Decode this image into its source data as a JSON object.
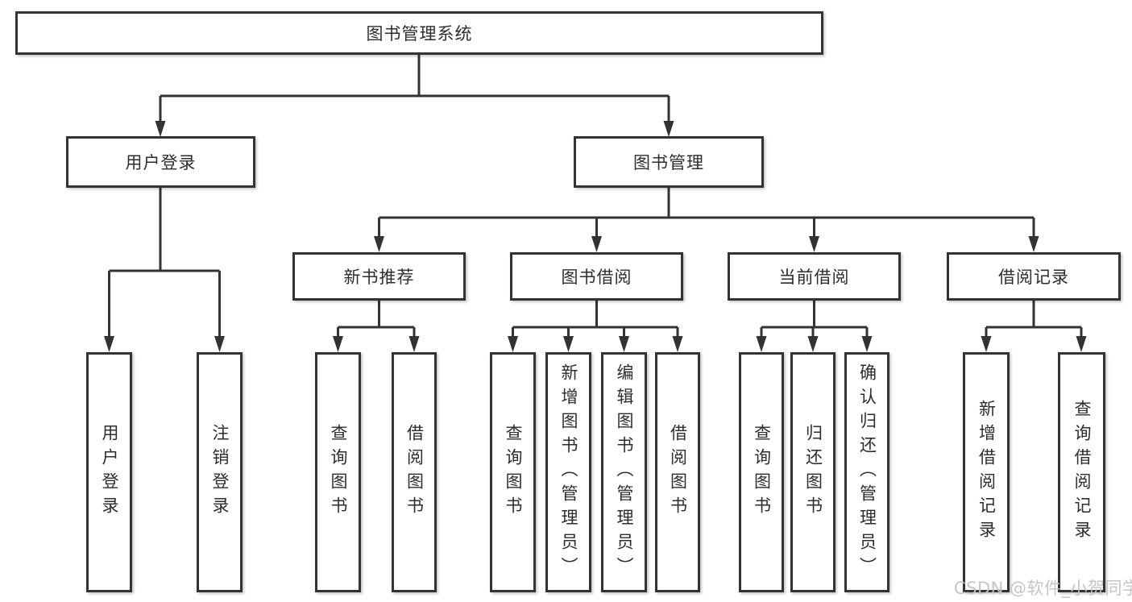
{
  "diagram_type": "hierarchy-tree",
  "colors": {
    "line": "#333333",
    "border": "#333333",
    "text": "#2d2d2d",
    "background": "#ffffff",
    "watermark": "#c3c3c3"
  },
  "tree": {
    "label": "图书管理系统",
    "children": [
      {
        "label": "用户登录",
        "children": [
          {
            "label": "用户登录"
          },
          {
            "label": "注销登录"
          }
        ]
      },
      {
        "label": "图书管理",
        "children": [
          {
            "label": "新书推荐",
            "children": [
              {
                "label": "查询图书"
              },
              {
                "label": "借阅图书"
              }
            ]
          },
          {
            "label": "图书借阅",
            "children": [
              {
                "label": "查询图书"
              },
              {
                "label": "新增图书（管理员）"
              },
              {
                "label": "编辑图书（管理员）"
              },
              {
                "label": "借阅图书"
              }
            ]
          },
          {
            "label": "当前借阅",
            "children": [
              {
                "label": "查询图书"
              },
              {
                "label": "归还图书"
              },
              {
                "label": "确认归还（管理员）"
              }
            ]
          },
          {
            "label": "借阅记录",
            "children": [
              {
                "label": "新增借阅记录"
              },
              {
                "label": "查询借阅记录"
              }
            ]
          }
        ]
      }
    ]
  },
  "watermark": {
    "text": "CSDN @软件_小贺同学"
  }
}
